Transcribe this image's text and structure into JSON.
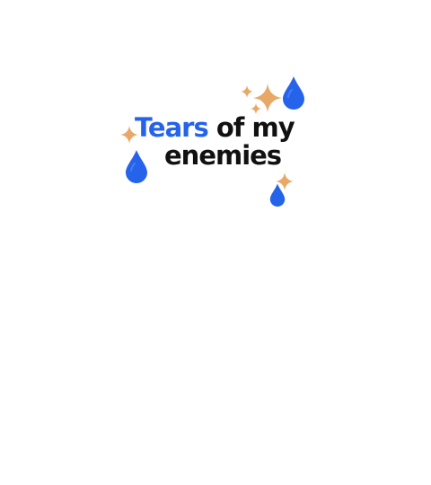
{
  "graphic": {
    "word_highlight": "Tears",
    "word_rest": "of my",
    "line2": "enemies"
  },
  "colors": {
    "highlight": "#2563eb",
    "text": "#111111",
    "drop": "#2563eb",
    "sparkle": "#e8a868"
  },
  "icons": [
    "teardrop-icon",
    "sparkle-icon"
  ]
}
